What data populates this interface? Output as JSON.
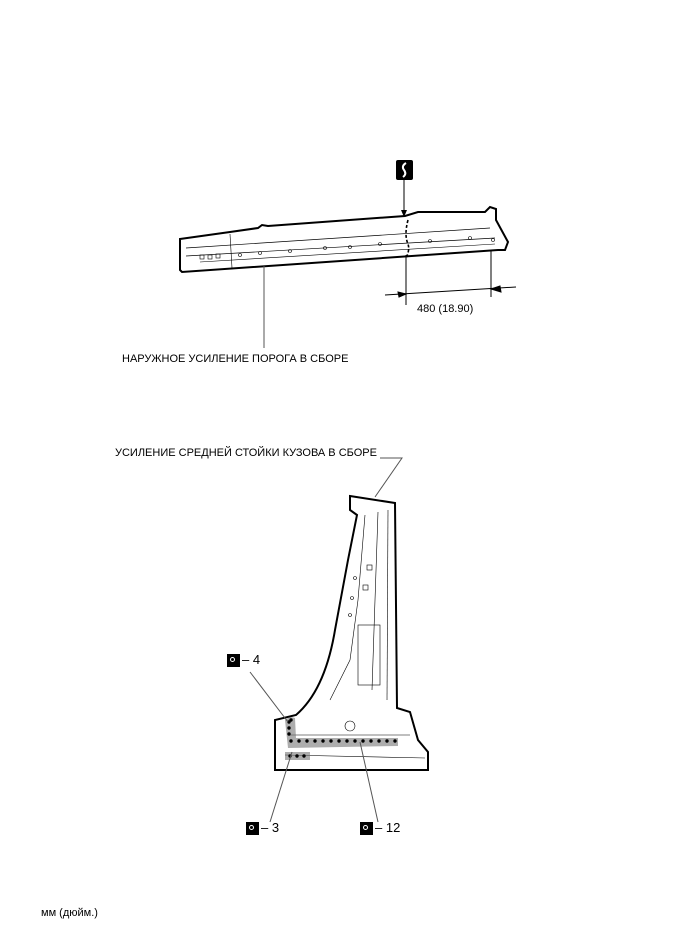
{
  "diagram": {
    "rocker": {
      "label": "НАРУЖНОЕ УСИЛЕНИЕ ПОРОГА В СБОРЕ",
      "cut_marker_icon": "cut-position-s-icon",
      "dimension": "480 (18.90)"
    },
    "pillar": {
      "label": "УСИЛЕНИЕ СРЕДНЕЙ СТОЙКИ КУЗОВА В СБОРЕ",
      "callouts": [
        {
          "icon": "spot-weld-icon",
          "text": "– 4"
        },
        {
          "icon": "spot-weld-icon",
          "text": "– 3"
        },
        {
          "icon": "spot-weld-icon",
          "text": "– 12"
        }
      ]
    },
    "units": "мм (дюйм.)"
  }
}
